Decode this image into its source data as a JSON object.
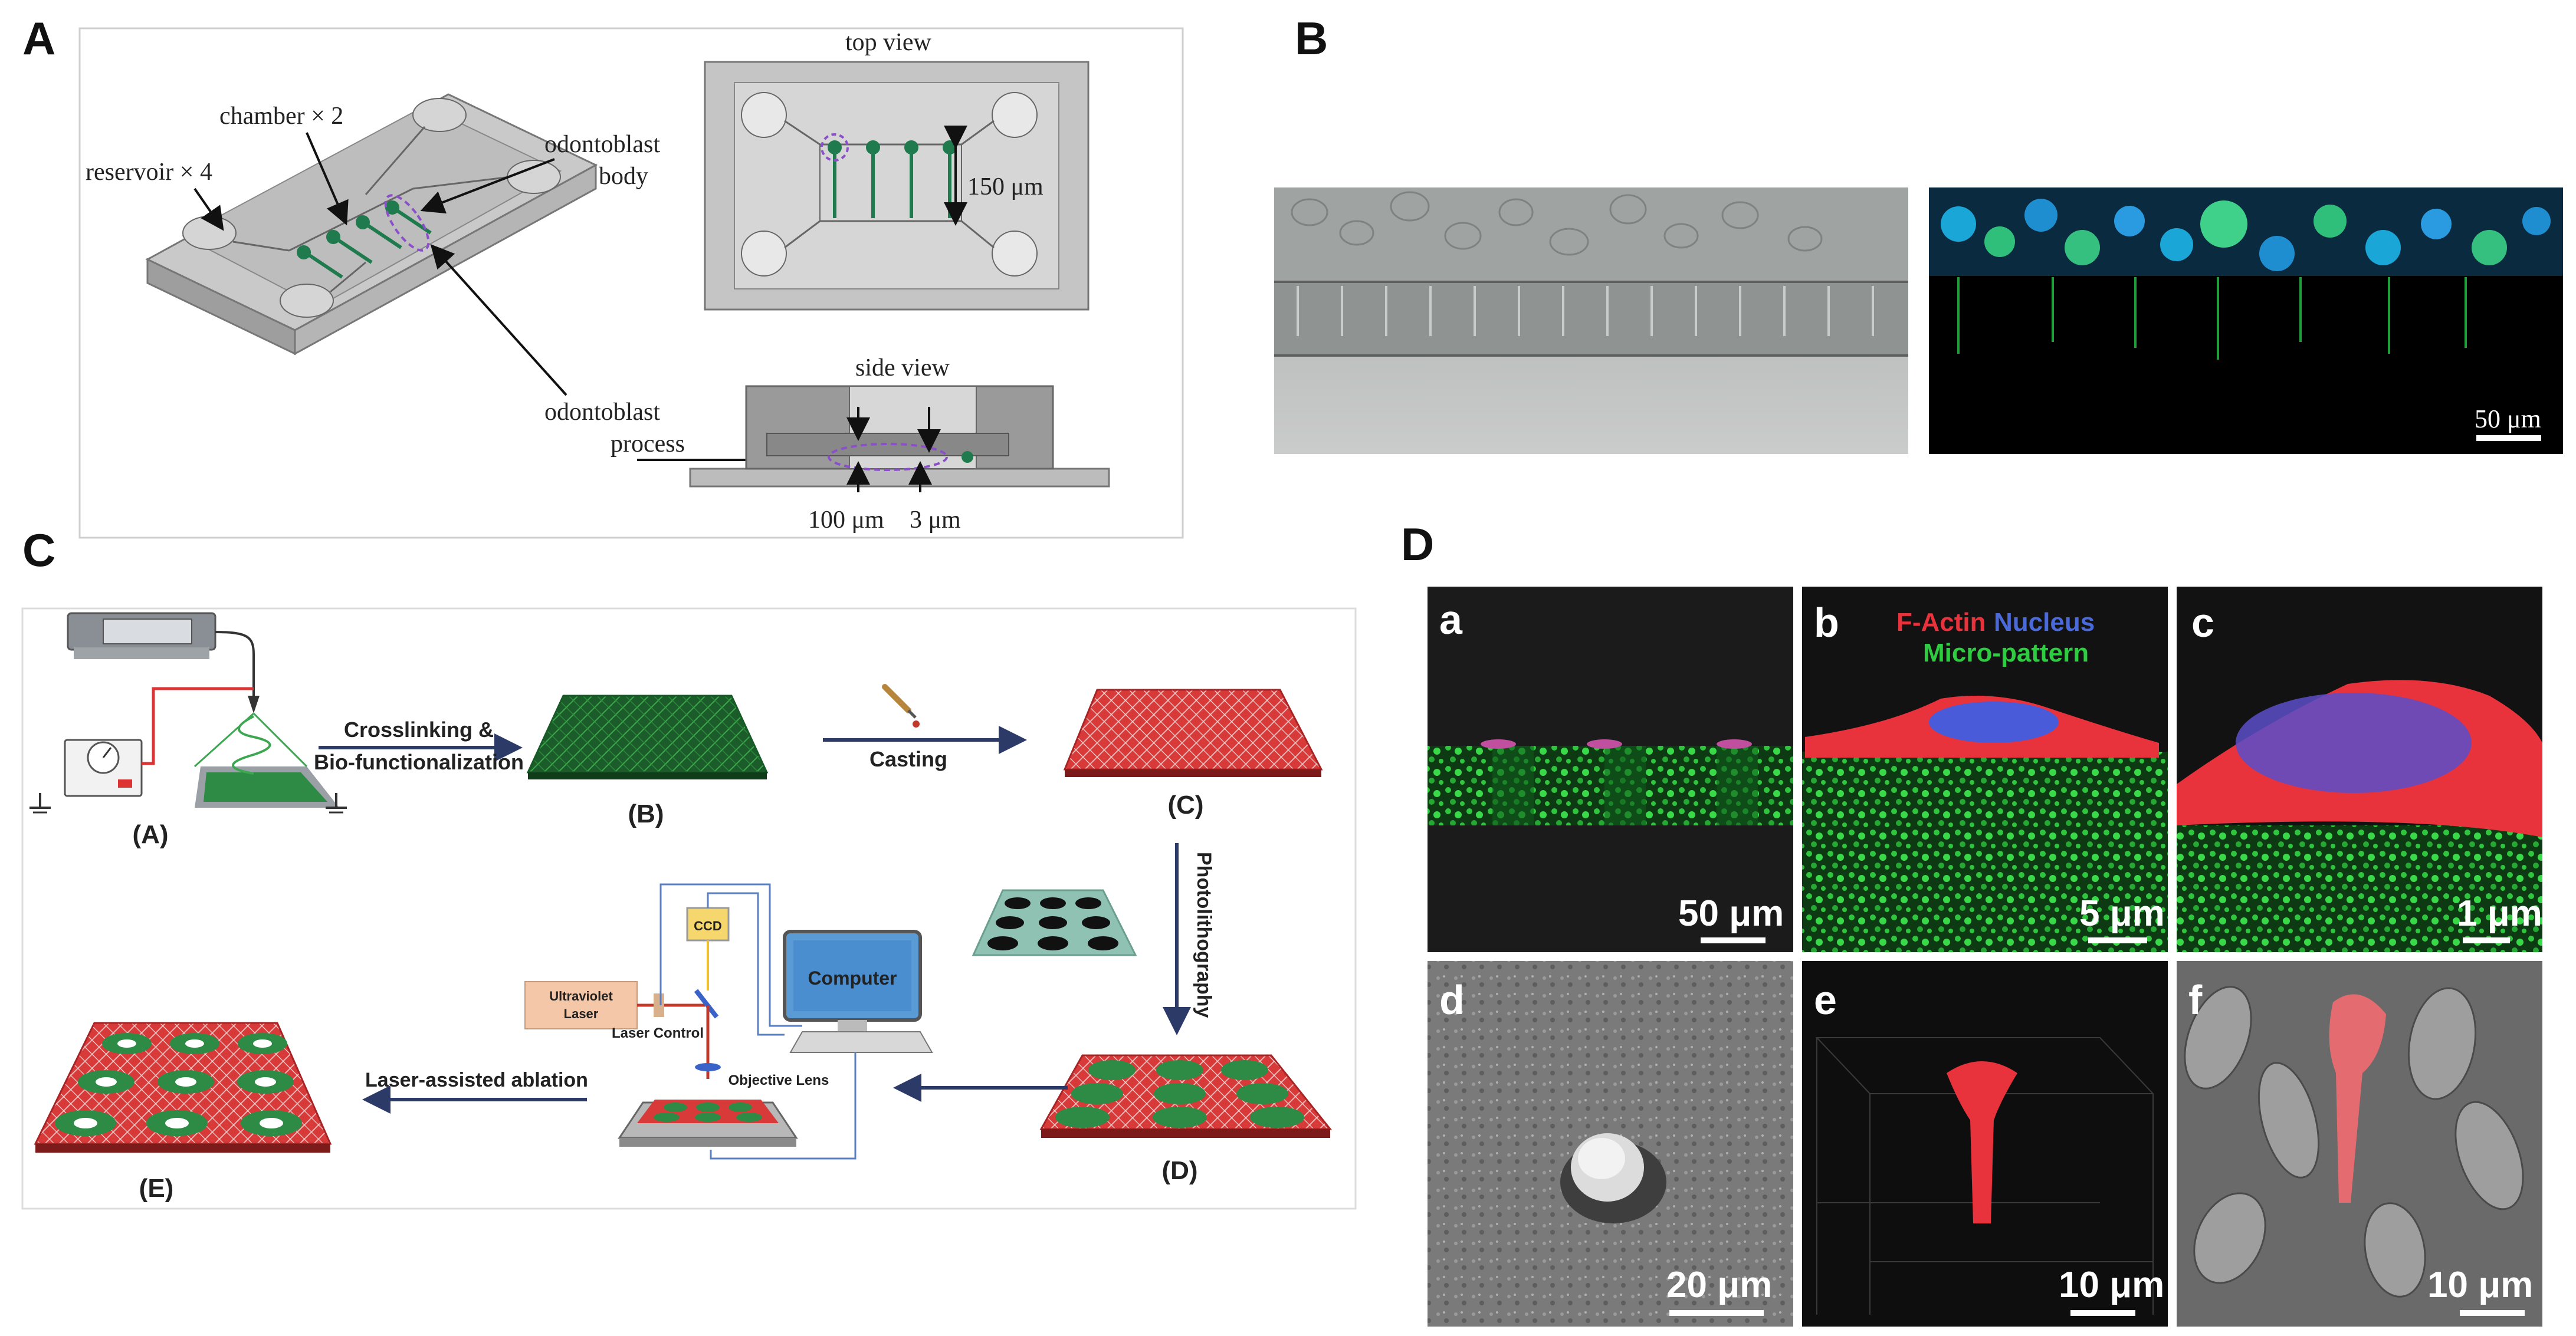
{
  "figure": {
    "panel_letters": {
      "A": "A",
      "B": "B",
      "C": "C",
      "D": "D"
    }
  },
  "panelA": {
    "reservoir": "reservoir × 4",
    "chamber": "chamber × 2",
    "odontoblast_body_1": "odontoblast",
    "odontoblast_body_2": "body",
    "odontoblast_process_1": "odontoblast",
    "odontoblast_process_2": "process",
    "top_view": "top view",
    "side_view": "side view",
    "dim_150": "150 μm",
    "dim_100": "100 μm",
    "dim_3": "3 μm"
  },
  "panelB": {
    "scalebar": "50 μm"
  },
  "panelC": {
    "step_crosslinking_1": "Crosslinking &",
    "step_crosslinking_2": "Bio-functionalization",
    "step_casting": "Casting",
    "step_photolithography": "Photolithography",
    "step_laser": "Laser-assisted ablation",
    "label_A": "(A)",
    "label_B": "(B)",
    "label_C": "(C)",
    "label_D": "(D)",
    "label_E": "(E)",
    "ccd": "CCD",
    "computer": "Computer",
    "uv_laser_1": "Ultraviolet",
    "uv_laser_2": "Laser",
    "laser_control": "Laser Control",
    "objective_lens": "Objective Lens"
  },
  "panelD": {
    "sub_a": "a",
    "sub_b": "b",
    "sub_c": "c",
    "sub_d": "d",
    "sub_e": "e",
    "sub_f": "f",
    "legend_factin": "F-Actin",
    "legend_nucleus": "Nucleus",
    "legend_micropattern": "Micro-pattern",
    "scale_a": "50 μm",
    "scale_b": "5 μm",
    "scale_c": "1 μm",
    "scale_d": "20 μm",
    "scale_e": "10 μm",
    "scale_f": "10 μm"
  },
  "colors": {
    "green_fluor": "#2ecc40",
    "red_fluor": "#e8323c",
    "blue_fluor": "#3a5bd9",
    "arrow_navy": "#2b3a67",
    "odontoblast_green": "#1f7a4d",
    "purple_dash": "#8a4fc9"
  }
}
